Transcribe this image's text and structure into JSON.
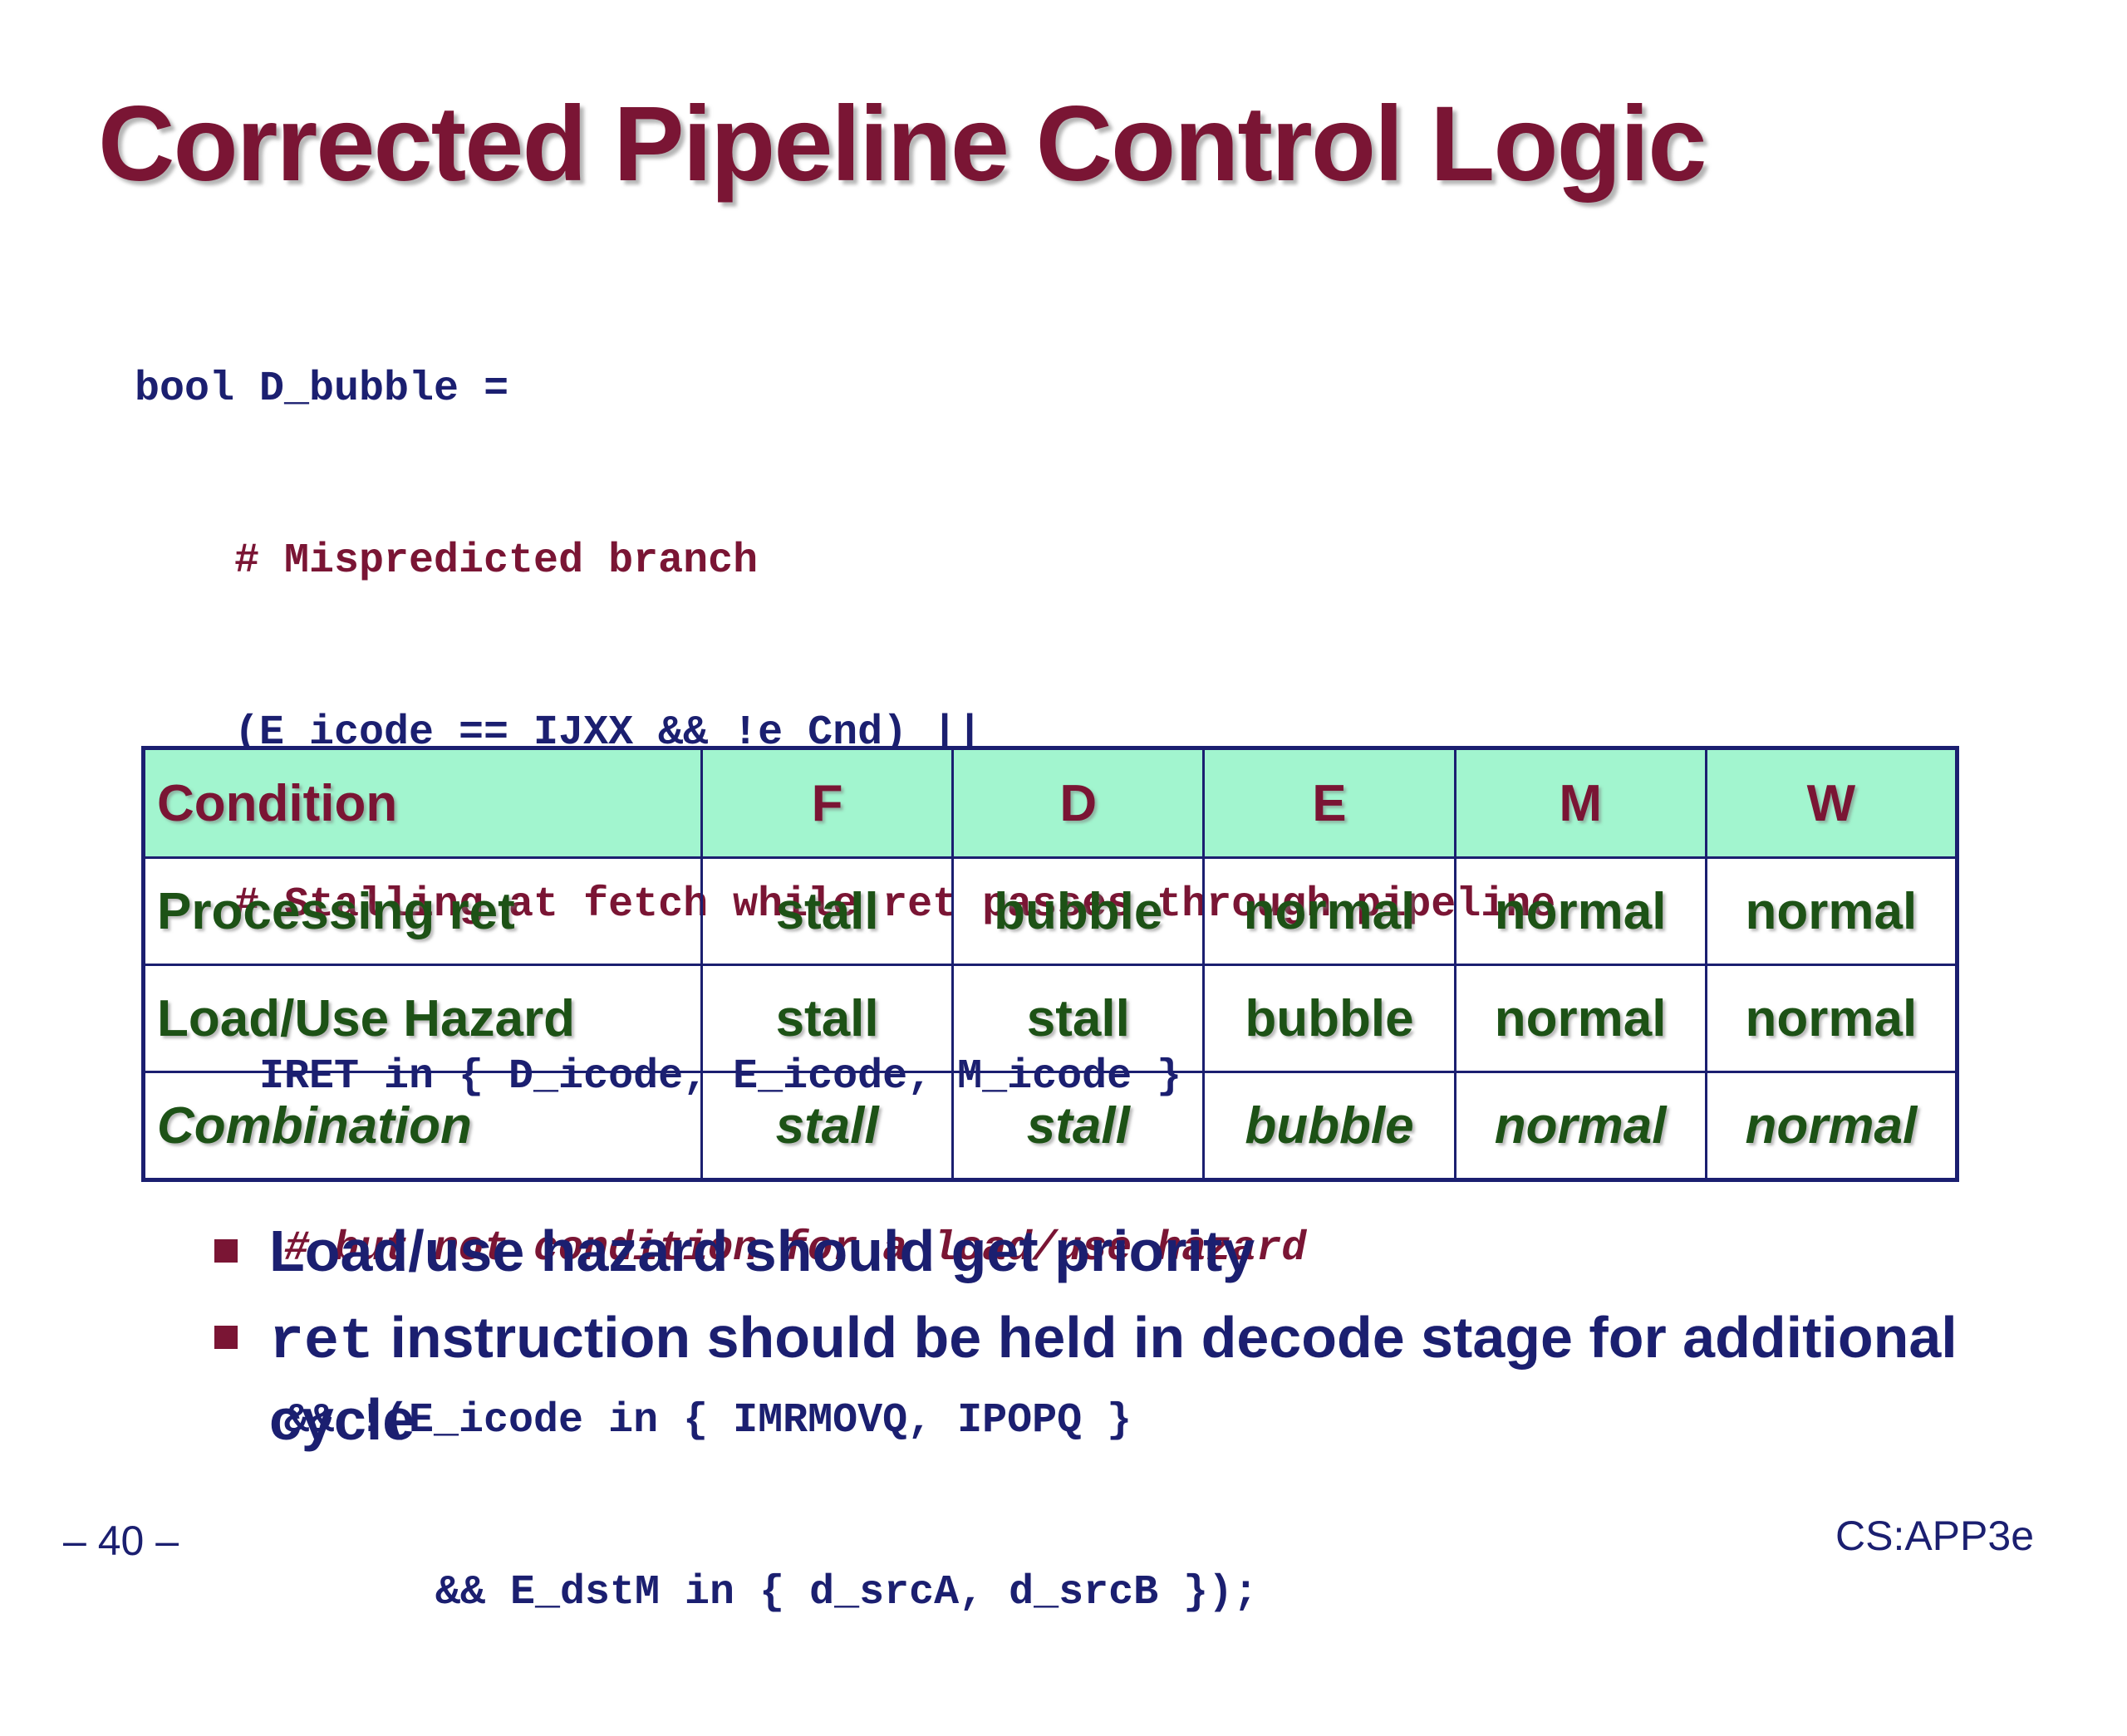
{
  "slide": {
    "title": "Corrected Pipeline Control Logic",
    "code": [
      {
        "text": "bool D_bubble =",
        "style": "keyword",
        "indent": 0
      },
      {
        "text": "# Mispredicted branch",
        "style": "comment",
        "indent": 4
      },
      {
        "text": "(E_icode == IJXX && !e_Cnd) ||",
        "style": "keyword",
        "indent": 4
      },
      {
        "text": "# Stalling at fetch while ret passes through pipeline",
        "style": "comment",
        "indent": 4
      },
      {
        "text": "IRET in { D_icode, E_icode, M_icode }",
        "style": "keyword",
        "indent": 5
      },
      {
        "text": "# but not condition for a load/use hazard",
        "style": "comment-italic",
        "indent": 6
      },
      {
        "text": "&& !(E_icode in { IMRMOVQ, IPOPQ }",
        "style": "keyword",
        "indent": 6
      },
      {
        "text": "&& E_dstM in { d_srcA, d_srcB });",
        "style": "keyword",
        "indent": 10
      }
    ],
    "table": {
      "headers": [
        "Condition",
        "F",
        "D",
        "E",
        "M",
        "W"
      ],
      "rows": [
        [
          "Processing ret",
          "stall",
          "bubble",
          "normal",
          "normal",
          "normal"
        ],
        [
          "Load/Use Hazard",
          "stall",
          "stall",
          "bubble",
          "normal",
          "normal"
        ],
        [
          "Combination",
          "stall",
          "stall",
          "bubble",
          "normal",
          "normal"
        ]
      ]
    },
    "bullets": {
      "b1": "Load/use hazard should get priority",
      "b2_code": "ret",
      "b2_text": " instruction should be held in decode stage for additional cycle"
    },
    "footer": {
      "page_number": "– 40 –",
      "brand": "CS:APP3e"
    },
    "colors": {
      "title": "#7a1534",
      "code_keyword": "#1b1f70",
      "code_comment": "#7a1534",
      "table_header_bg": "#a2f5cf",
      "table_text": "#1d5216",
      "border": "#1b1f70",
      "bullet_square": "#7a1534"
    }
  }
}
